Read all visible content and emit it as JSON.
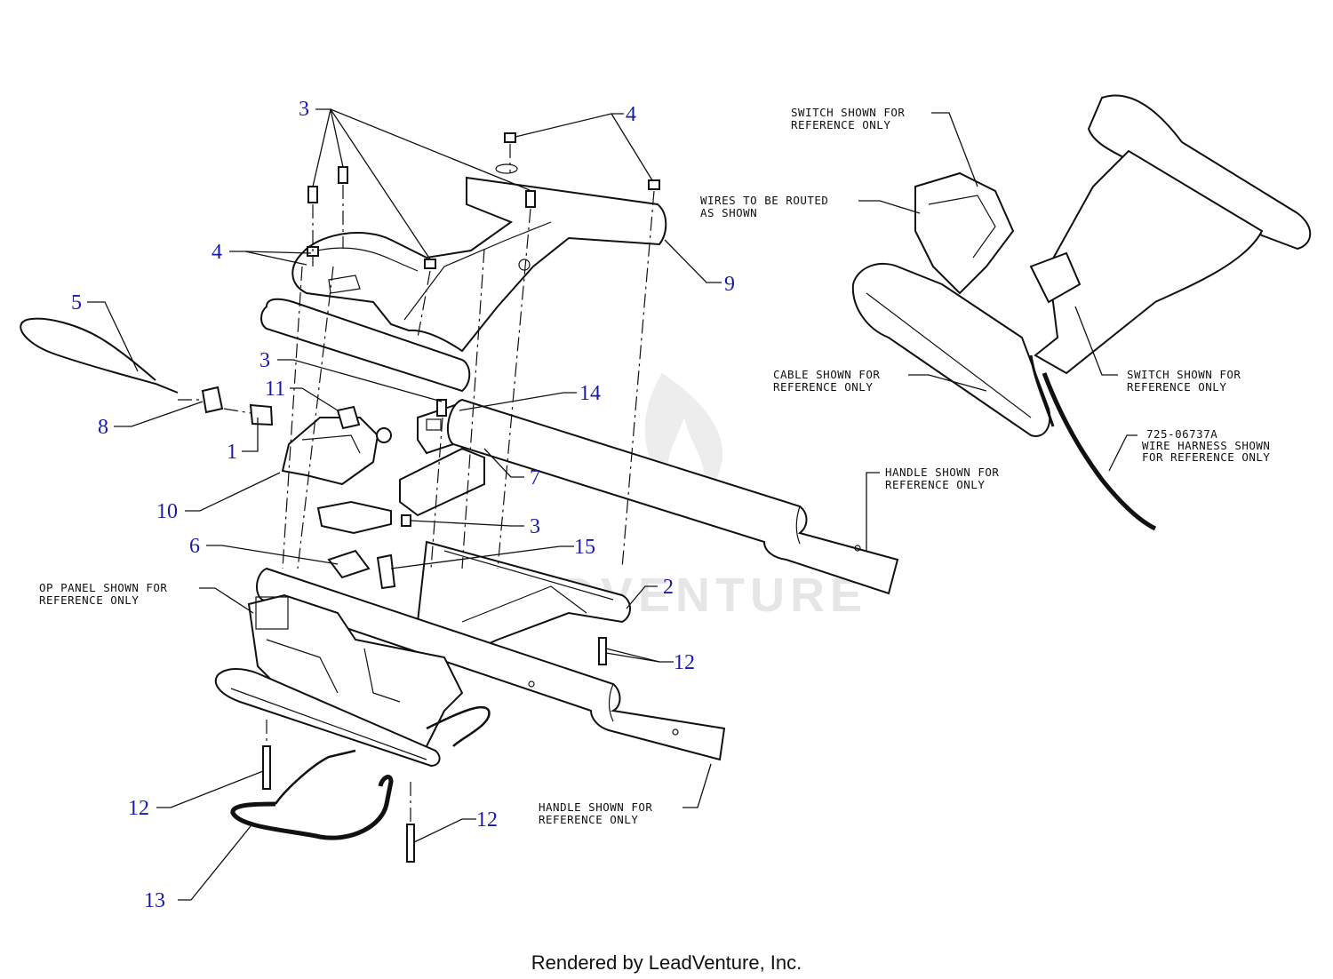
{
  "callouts": {
    "c3a": "3",
    "c4a": "4",
    "c4b": "4",
    "c9": "9",
    "c5": "5",
    "c3b": "3",
    "c11": "11",
    "c14": "14",
    "c8": "8",
    "c1": "1",
    "c7": "7",
    "c10": "10",
    "c3c": "3",
    "c6": "6",
    "c15": "15",
    "c2": "2",
    "c12a": "12",
    "c12b": "12",
    "c12c": "12",
    "c13": "13"
  },
  "notes": {
    "switch_top": [
      "SWITCH SHOWN FOR",
      "REFERENCE ONLY"
    ],
    "wires": [
      "WIRES TO BE ROUTED",
      "AS SHOWN"
    ],
    "cable": [
      "CABLE SHOWN FOR",
      "REFERENCE ONLY"
    ],
    "switch_right": [
      "SWITCH SHOWN FOR",
      "REFERENCE ONLY"
    ],
    "harness": [
      "725-06737A",
      "WIRE HARNESS SHOWN",
      "FOR REFERENCE ONLY"
    ],
    "handle_right": [
      "HANDLE SHOWN FOR",
      "REFERENCE ONLY"
    ],
    "op_panel": [
      "OP PANEL SHOWN FOR",
      "REFERENCE ONLY"
    ],
    "handle_bottom": [
      "HANDLE SHOWN FOR",
      "REFERENCE ONLY"
    ]
  },
  "watermark": "LEADVENTURE",
  "footer": "Rendered by LeadVenture, Inc."
}
